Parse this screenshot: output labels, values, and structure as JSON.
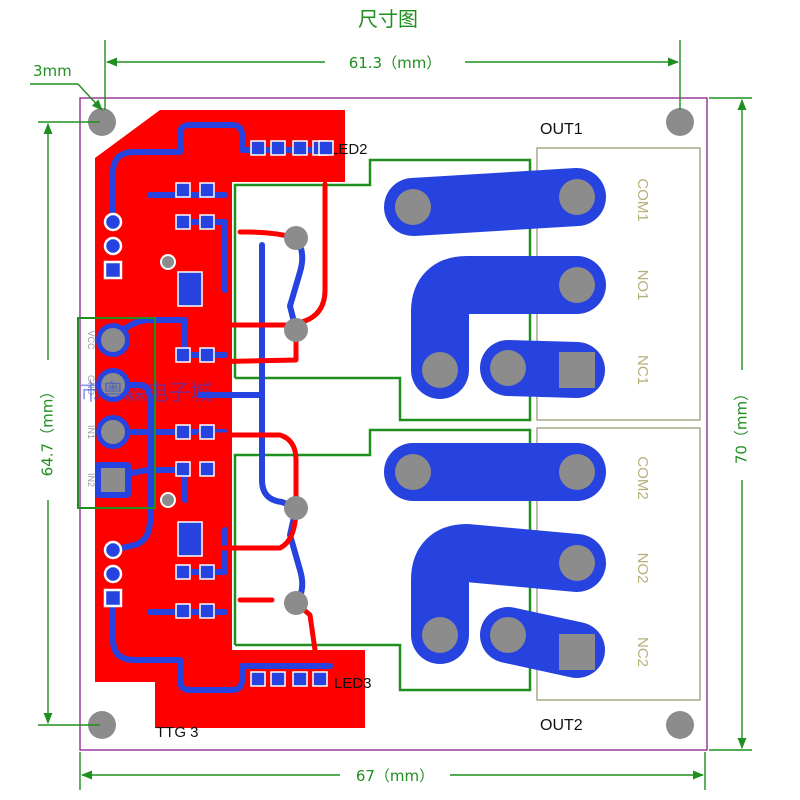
{
  "title": "尺寸图",
  "dimensions": {
    "top": "61.3（mm）",
    "bottom": "67（mm）",
    "left": "64.7（mm）",
    "right": "70（mm）",
    "hole": "3mm"
  },
  "outputs": [
    {
      "label": "OUT1",
      "pins": [
        "COM1",
        "NO1",
        "NC1"
      ]
    },
    {
      "label": "OUT2",
      "pins": [
        "COM2",
        "NO2",
        "NC2"
      ]
    }
  ],
  "silkscreen": {
    "led_top": "LED2",
    "led_bottom": "LED3",
    "bottom_label": "TTG 3"
  },
  "header_pins": [
    "VCC",
    "GND",
    "IN1",
    "IN2"
  ],
  "watermark": "市粤森电子城",
  "colors": {
    "copper_top": "#ff0000",
    "copper_bottom": "#2643e0",
    "pad": "#8c8c8c",
    "outline": "#1f8f1f",
    "board_edge": "#9b3c9b",
    "terminal_text": "#b8b07a"
  }
}
